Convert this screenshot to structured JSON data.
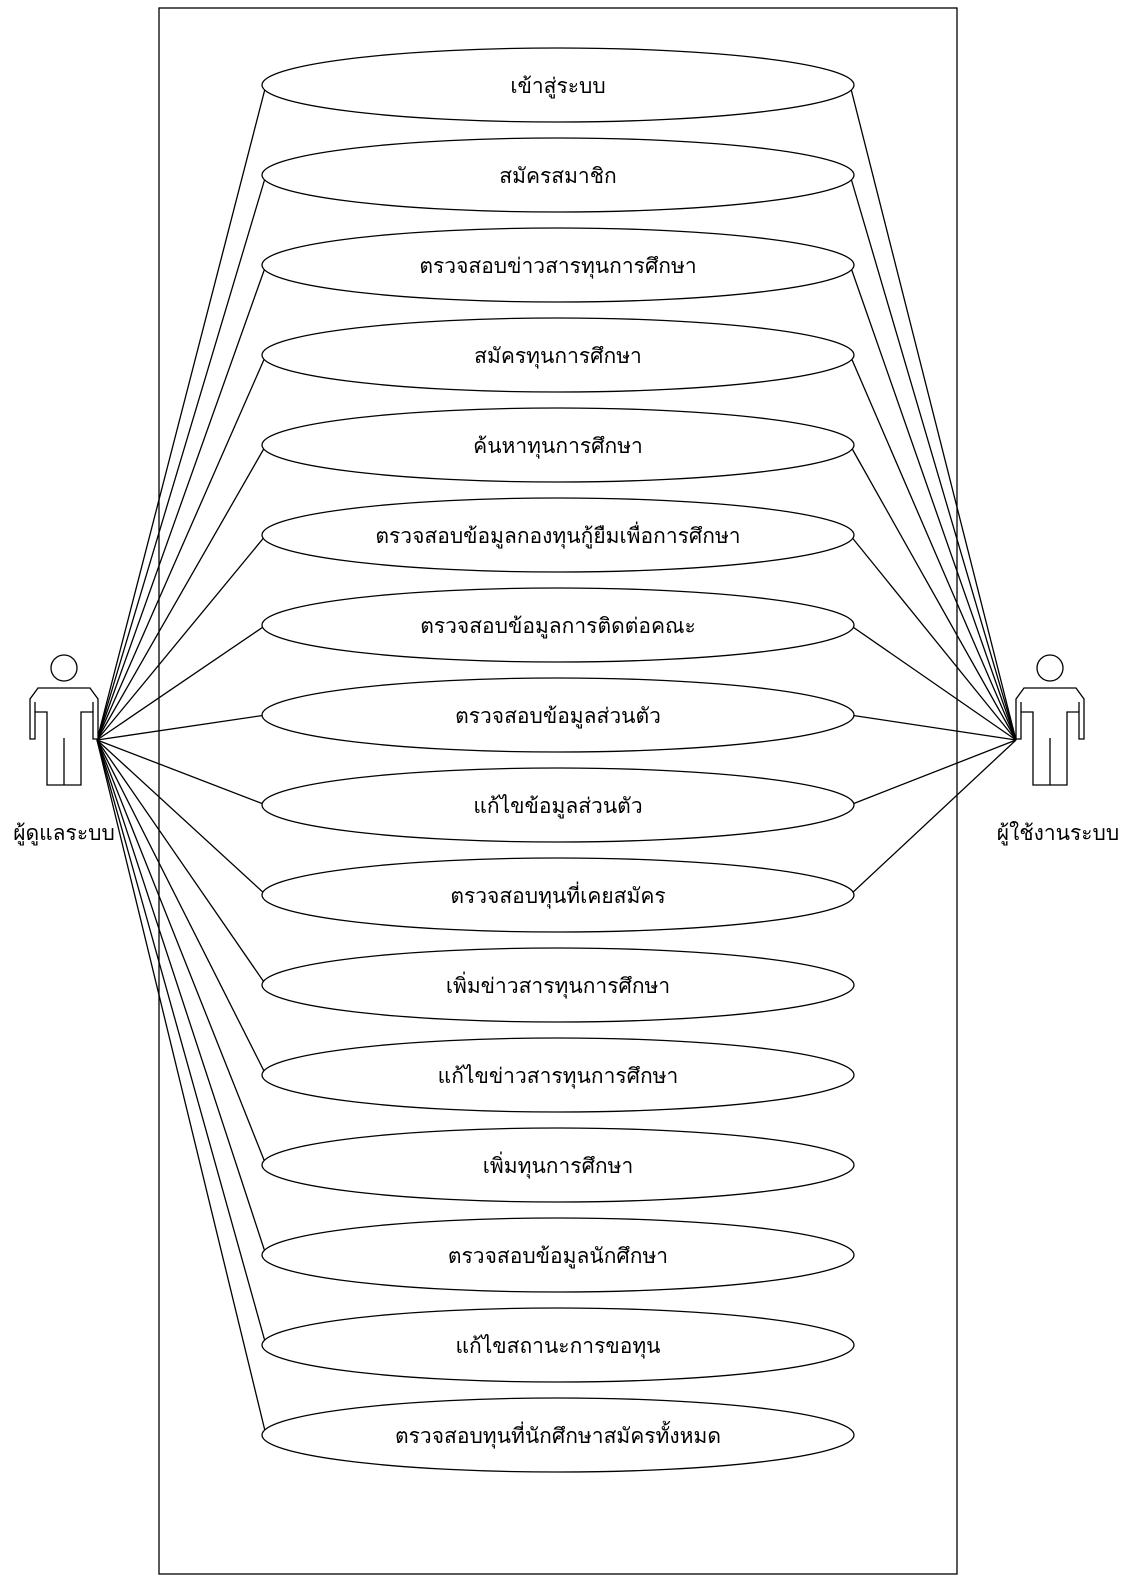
{
  "actors": [
    {
      "id": "admin",
      "label": "ผู้ดูแลระบบ",
      "icon": "actor-figure-icon"
    },
    {
      "id": "user",
      "label": "ผู้ใช้งานระบบ",
      "icon": "actor-figure-icon"
    }
  ],
  "use_cases": [
    {
      "label": "เข้าสู่ระบบ",
      "actors": [
        "admin",
        "user"
      ]
    },
    {
      "label": "สมัครสมาชิก",
      "actors": [
        "admin",
        "user"
      ]
    },
    {
      "label": "ตรวจสอบข่าวสารทุนการศึกษา",
      "actors": [
        "admin",
        "user"
      ]
    },
    {
      "label": "สมัครทุนการศึกษา",
      "actors": [
        "admin",
        "user"
      ]
    },
    {
      "label": "ค้นหาทุนการศึกษา",
      "actors": [
        "admin",
        "user"
      ]
    },
    {
      "label": "ตรวจสอบข้อมูลกองทุนกู้ยืมเพื่อการศึกษา",
      "actors": [
        "admin",
        "user"
      ]
    },
    {
      "label": "ตรวจสอบข้อมูลการติดต่อคณะ",
      "actors": [
        "admin",
        "user"
      ]
    },
    {
      "label": "ตรวจสอบข้อมูลส่วนตัว",
      "actors": [
        "admin",
        "user"
      ]
    },
    {
      "label": "แก้ไขข้อมูลส่วนตัว",
      "actors": [
        "admin",
        "user"
      ]
    },
    {
      "label": "ตรวจสอบทุนที่เคยสมัคร",
      "actors": [
        "admin",
        "user"
      ]
    },
    {
      "label": "เพิ่มข่าวสารทุนการศึกษา",
      "actors": [
        "admin"
      ]
    },
    {
      "label": "แก้ไขข่าวสารทุนการศึกษา",
      "actors": [
        "admin"
      ]
    },
    {
      "label": "เพิ่มทุนการศึกษา",
      "actors": [
        "admin"
      ]
    },
    {
      "label": "ตรวจสอบข้อมูลนักศึกษา",
      "actors": [
        "admin"
      ]
    },
    {
      "label": "แก้ไขสถานะการขอทุน",
      "actors": [
        "admin"
      ]
    },
    {
      "label": "ตรวจสอบทุนที่นักศึกษาสมัครทั้งหมด",
      "actors": [
        "admin"
      ]
    }
  ]
}
